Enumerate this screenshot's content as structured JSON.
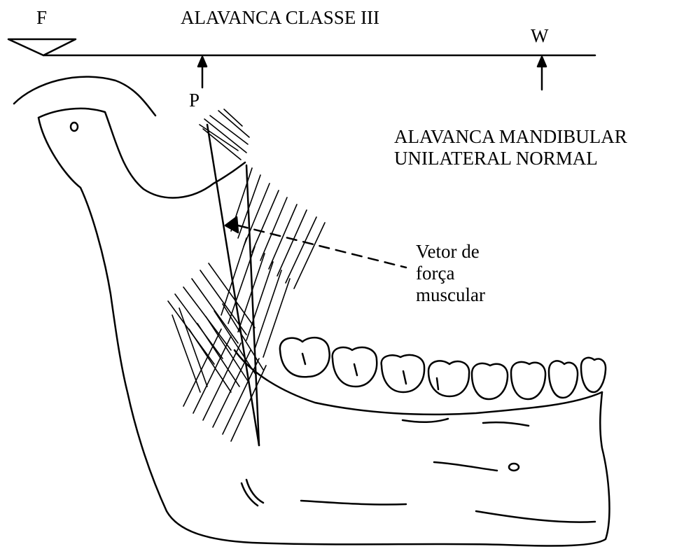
{
  "lever": {
    "title": "ALAVANCA CLASSE III",
    "fulcrum_label": "F",
    "force_label": "P",
    "load_label": "W"
  },
  "mandible": {
    "caption_line1": "ALAVANCA MANDIBULAR",
    "caption_line2": "UNILATERAL NORMAL"
  },
  "vector": {
    "line1": "Vetor de",
    "line2": "força",
    "line3": "muscular"
  },
  "colors": {
    "ink": "#000000",
    "background": "#ffffff"
  }
}
